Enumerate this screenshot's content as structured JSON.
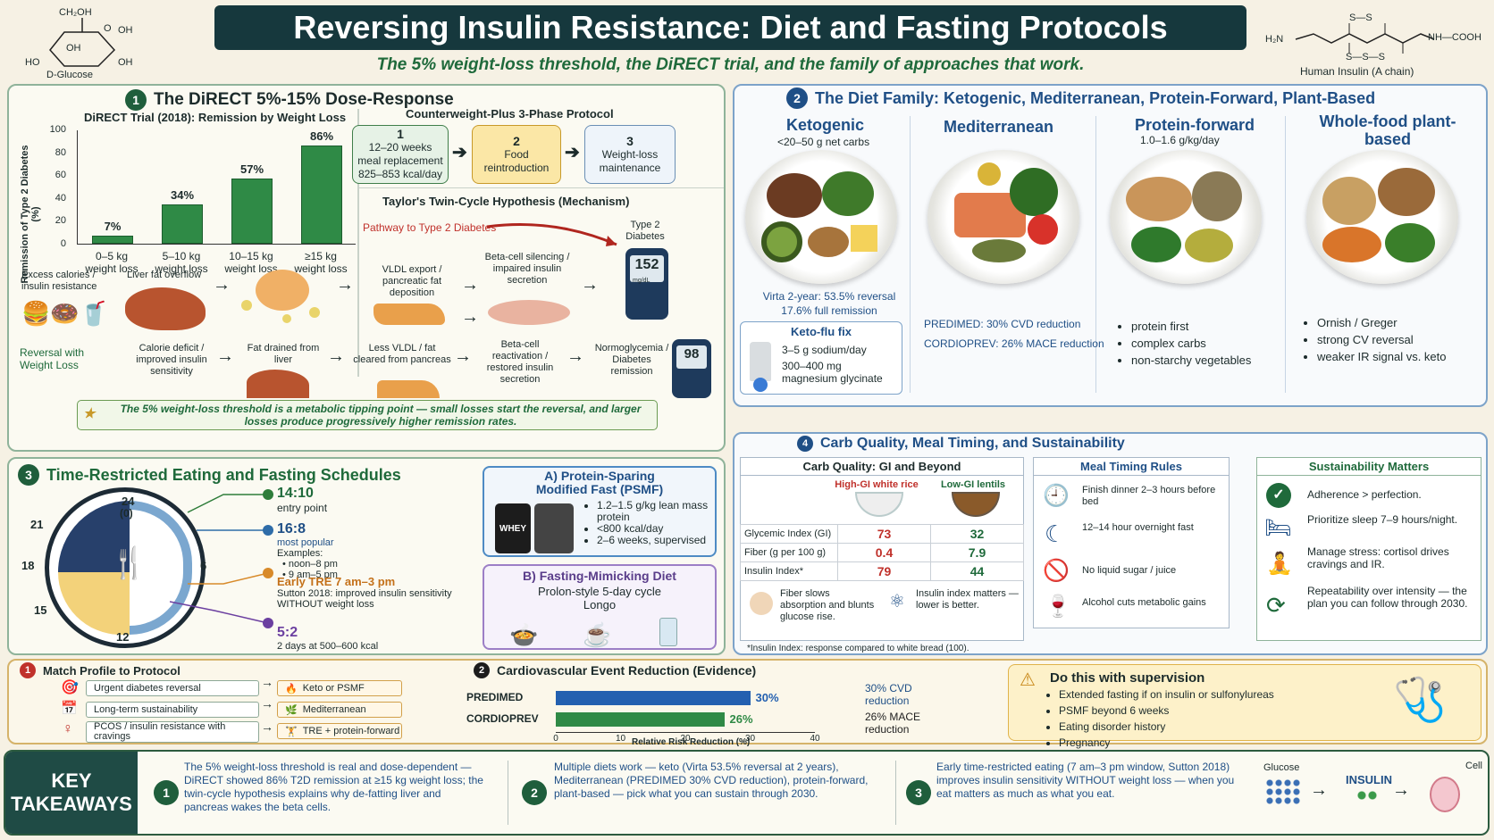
{
  "header": {
    "title": "Reversing Insulin Resistance: Diet and Fasting Protocols",
    "subtitle": "The 5% weight-loss threshold, the DiRECT trial, and the family of approaches that work.",
    "glucose_formula_top": "CH₂OH",
    "glucose_oh1": "OH",
    "glucose_oh2": "OH",
    "glucose_ho": "HO",
    "glucose_oh3": "OH",
    "glucose_o": "O",
    "glucose_label": "D-Glucose",
    "insulin_label": "Human Insulin (A chain)",
    "insulin_h2n": "H₂N",
    "insulin_cooh": "NH—COOH",
    "insulin_ss1": "S—S",
    "insulin_ss2": "S—S—S"
  },
  "s1": {
    "num": "1",
    "title": "The DiRECT 5%-15% Dose-Response",
    "chart_title": "DiRECT Trial (2018): Remission by Weight Loss",
    "ylabel": "Remission of Type 2 Diabetes (%)",
    "protocol_title": "Counterweight-Plus 3-Phase Protocol",
    "phases": [
      {
        "n": "1",
        "l1": "12–20 weeks",
        "l2": "meal replacement",
        "l3": "825–853 kcal/day"
      },
      {
        "n": "2",
        "l1": "Food",
        "l2": "reintroduction",
        "l3": ""
      },
      {
        "n": "3",
        "l1": "Weight-loss",
        "l2": "maintenance",
        "l3": ""
      }
    ],
    "twin_title": "Taylor's Twin-Cycle Hypothesis (Mechanism)",
    "pathway_label": "Pathway to Type 2 Diabetes",
    "t2d_label": "Type 2 Diabetes",
    "meter1": "152",
    "meter2": "98",
    "meter_unit": "mg/dL",
    "path_steps": [
      "Excess calories / insulin resistance",
      "Liver fat overflow",
      "VLDL export / pancreatic fat deposition",
      "Beta-cell silencing / impaired insulin secretion"
    ],
    "reversal_label": "Reversal with Weight Loss",
    "rev_steps": [
      "Calorie deficit / improved insulin sensitivity",
      "Fat drained from liver",
      "Less VLDL / fat cleared from pancreas",
      "Beta-cell reactivation / restored insulin secretion",
      "Normoglycemia / Diabetes remission"
    ],
    "callout": "The 5% weight-loss threshold is a metabolic tipping point — small losses start the reversal, and larger losses produce progressively higher remission rates."
  },
  "chart_data": {
    "type": "bar",
    "title": "DiRECT Trial (2018): Remission by Weight Loss",
    "categories": [
      "0–5 kg weight loss",
      "5–10 kg weight loss",
      "10–15 kg weight loss",
      "≥15 kg weight loss"
    ],
    "cat_lines": [
      [
        "0–5 kg",
        "weight loss"
      ],
      [
        "5–10 kg",
        "weight loss"
      ],
      [
        "10–15 kg",
        "weight loss"
      ],
      [
        "≥15 kg",
        "weight loss"
      ]
    ],
    "values": [
      7,
      34,
      57,
      86
    ],
    "labels": [
      "7%",
      "34%",
      "57%",
      "86%"
    ],
    "ylabel": "Remission of Type 2 Diabetes (%)",
    "ylim": [
      0,
      100
    ],
    "yticks": [
      "0",
      "20",
      "40",
      "60",
      "80",
      "100"
    ]
  },
  "s2": {
    "num": "2",
    "title": "The Diet Family: Ketogenic, Mediterranean, Protein-Forward, Plant-Based",
    "diets": [
      {
        "name": "Ketogenic",
        "sub": "<20–50 g net carbs"
      },
      {
        "name": "Mediterranean",
        "sub": ""
      },
      {
        "name": "Protein-forward",
        "sub": "1.0–1.6 g/kg/day"
      },
      {
        "name": "Whole-food plant-based",
        "sub": ""
      }
    ],
    "keto_virta1": "Virta 2-year: 53.5% reversal",
    "keto_virta2": "17.6% full remission",
    "ketoflu_title": "Keto-flu fix",
    "ketoflu_1": "3–5 g sodium/day",
    "ketoflu_2": "300–400 mg magnesium glycinate",
    "med_1": "PREDIMED: 30% CVD reduction",
    "med_2": "CORDIOPREV: 26% MACE reduction",
    "protein_items": [
      "protein first",
      "complex carbs",
      "non-starchy vegetables"
    ],
    "plant_items": [
      "Ornish / Greger",
      "strong CV reversal",
      "weaker IR signal vs. keto"
    ]
  },
  "s3": {
    "num": "3",
    "title": "Time-Restricted Eating and Fasting Schedules",
    "clock": [
      "24",
      "(0)",
      "21",
      "18",
      "15",
      "12",
      "6"
    ],
    "schedules": [
      {
        "t": "14:10",
        "d": "entry point"
      },
      {
        "t": "16:8",
        "d": "most popular",
        "ex": "Examples:",
        "e1": "• noon–8 pm",
        "e2": "• 9 am–5 pm"
      },
      {
        "t": "Early TRE 7 am–3 pm",
        "d": "Sutton 2018: improved insulin sensitivity WITHOUT weight loss"
      },
      {
        "t": "5:2",
        "d": "2 days at 500–600 kcal"
      }
    ],
    "psmf_title": "A) Protein-Sparing Modified Fast (PSMF)",
    "psmf_items": [
      "1.2–1.5 g/kg lean mass protein",
      "<800 kcal/day",
      "2–6 weeks, supervised"
    ],
    "whey": "WHEY",
    "fmd_title": "B) Fasting-Mimicking Diet",
    "fmd_sub": "Prolon-style 5-day cycle",
    "fmd_sub2": "Longo"
  },
  "s4": {
    "num": "4",
    "title": "Carb Quality, Meal Timing, and Sustainability",
    "gi_title": "Carb Quality: GI and Beyond",
    "gi_cols": [
      "High-GI white rice",
      "Low-GI lentils"
    ],
    "gi_rows": [
      {
        "k": "Glycemic Index (GI)",
        "a": "73",
        "b": "32"
      },
      {
        "k": "Fiber (g per 100 g)",
        "a": "0.4",
        "b": "7.9"
      },
      {
        "k": "Insulin Index*",
        "a": "79",
        "b": "44"
      }
    ],
    "gi_note1": "Fiber slows absorption and blunts glucose rise.",
    "gi_note2": "Insulin index matters — lower is better.",
    "gi_foot": "*Insulin Index: response compared to white bread (100).",
    "timing_title": "Meal Timing Rules",
    "timing": [
      "Finish dinner 2–3 hours before bed",
      "12–14 hour overnight fast",
      "No liquid sugar / juice",
      "Alcohol cuts metabolic gains"
    ],
    "sust_title": "Sustainability Matters",
    "sust": [
      "Adherence > perfection.",
      "Prioritize sleep 7–9 hours/night.",
      "Manage stress: cortisol drives cravings and IR.",
      "Repeatability over intensity — the plan you can follow through 2030."
    ]
  },
  "match": {
    "num": "1",
    "title": "Match Profile to Protocol",
    "rows": [
      {
        "p": "Urgent diabetes reversal",
        "q": "Keto or PSMF"
      },
      {
        "p": "Long-term sustainability",
        "q": "Mediterranean"
      },
      {
        "p": "PCOS / insulin resistance with cravings",
        "q": "TRE + protein-forward"
      }
    ]
  },
  "cvd": {
    "num": "2",
    "title": "Cardiovascular Event Reduction (Evidence)",
    "xlabel": "Relative Risk Reduction (%)",
    "xticks": [
      "0",
      "10",
      "20",
      "30",
      "40"
    ],
    "bars": [
      {
        "name": "PREDIMED",
        "value": 30,
        "label": "30%",
        "note": "30% CVD reduction"
      },
      {
        "name": "CORDIOPREV",
        "value": 26,
        "label": "26%",
        "note": "26% MACE reduction"
      }
    ]
  },
  "warn": {
    "title": "Do this with supervision",
    "items": [
      "Extended fasting if on insulin or sulfonylureas",
      "PSMF beyond 6 weeks",
      "Eating disorder history",
      "Pregnancy"
    ]
  },
  "key": {
    "title": "KEY TAKEAWAYS",
    "items": [
      {
        "n": "1",
        "t": "The 5% weight-loss threshold is real and dose-dependent — DiRECT showed 86% T2D remission at ≥15 kg weight loss; the twin-cycle hypothesis explains why de-fatting liver and pancreas wakes the beta cells."
      },
      {
        "n": "2",
        "t": "Multiple diets work — keto (Virta 53.5% reversal at 2 years), Mediterranean (PREDIMED 30% CVD reduction), protein-forward, plant-based — pick what you can sustain through 2030."
      },
      {
        "n": "3",
        "t": "Early time-restricted eating (7 am–3 pm window, Sutton 2018) improves insulin sensitivity WITHOUT weight loss — when you eat matters as much as what you eat."
      }
    ],
    "glucose": "Glucose",
    "insulin": "INSULIN",
    "cell": "Cell"
  },
  "colors": {
    "green": "#1f6a3b",
    "navy": "#1f4f86",
    "red": "#c0312b",
    "header": "#16383d"
  }
}
